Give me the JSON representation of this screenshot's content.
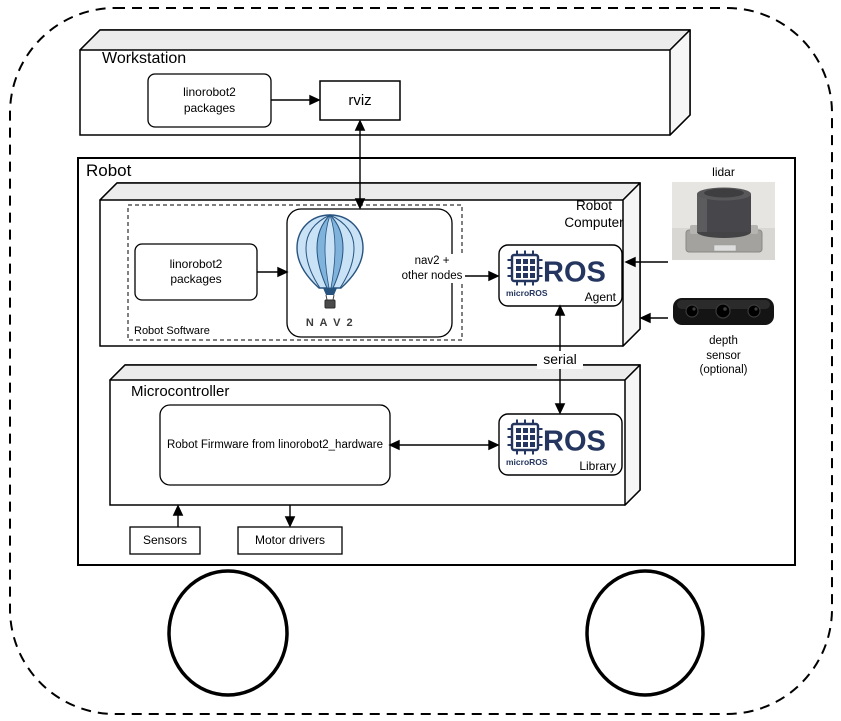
{
  "colors": {
    "micro_ros_navy": "#24365f",
    "balloon_light": "#c9e2f5",
    "balloon_mid": "#7fb3dc",
    "balloon_outline": "#27537f",
    "cube_top": "#ececec",
    "cube_side": "#f6f6f6"
  },
  "workstation": {
    "title": "Workstation",
    "packages": {
      "line1": "linorobot2",
      "line2": "packages"
    },
    "rviz": "rviz"
  },
  "robot": {
    "title": "Robot",
    "computer": {
      "title_line1": "Robot",
      "title_line2": "Computer",
      "software_label": "Robot Software",
      "packages": {
        "line1": "linorobot2",
        "line2": "packages"
      },
      "nav2_caption": "N A V 2",
      "nav2_nodes": {
        "line1": "nav2 +",
        "line2": "other nodes"
      },
      "agent_role": "Agent"
    },
    "serial_label": "serial",
    "microcontroller": {
      "title": "Microcontroller",
      "firmware": "Robot Firmware from linorobot2_hardware",
      "library_role": "Library"
    },
    "sensors": "Sensors",
    "motor_drivers": "Motor drivers"
  },
  "peripherals": {
    "lidar_label": "lidar",
    "depth_sensor": {
      "line1": "depth",
      "line2": "sensor",
      "line3": "(optional)"
    }
  },
  "micro_ros": {
    "big": "ROS",
    "small": "microROS"
  }
}
